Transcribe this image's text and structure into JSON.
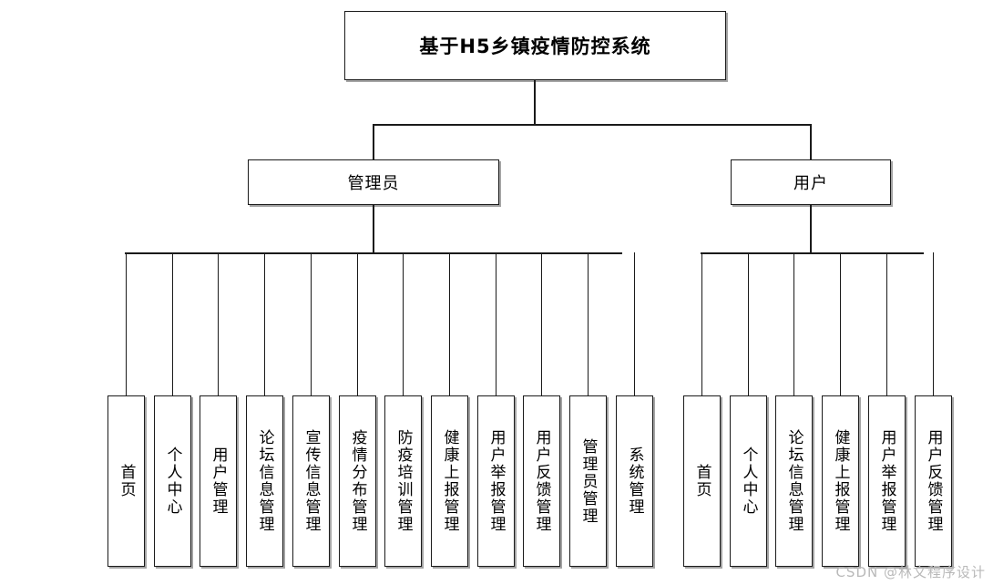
{
  "diagram": {
    "title": "基于H5乡镇疫情防控系统",
    "watermark": "CSDN @林文程序设计",
    "roles": [
      {
        "id": "admin",
        "label": "管理员",
        "modules": [
          "首页",
          "个人中心",
          "用户管理",
          "论坛信息管理",
          "宣传信息管理",
          "疫情分布管理",
          "防疫培训管理",
          "健康上报管理",
          "用户举报管理",
          "用户反馈管理",
          "管理员管理",
          "系统管理"
        ]
      },
      {
        "id": "user",
        "label": "用户",
        "modules": [
          "首页",
          "个人中心",
          "论坛信息管理",
          "健康上报管理",
          "用户举报管理",
          "用户反馈管理"
        ]
      }
    ],
    "colors": {
      "stroke": "#1a1a1a",
      "background": "#ffffff",
      "watermark": "#b9b9b9"
    }
  }
}
